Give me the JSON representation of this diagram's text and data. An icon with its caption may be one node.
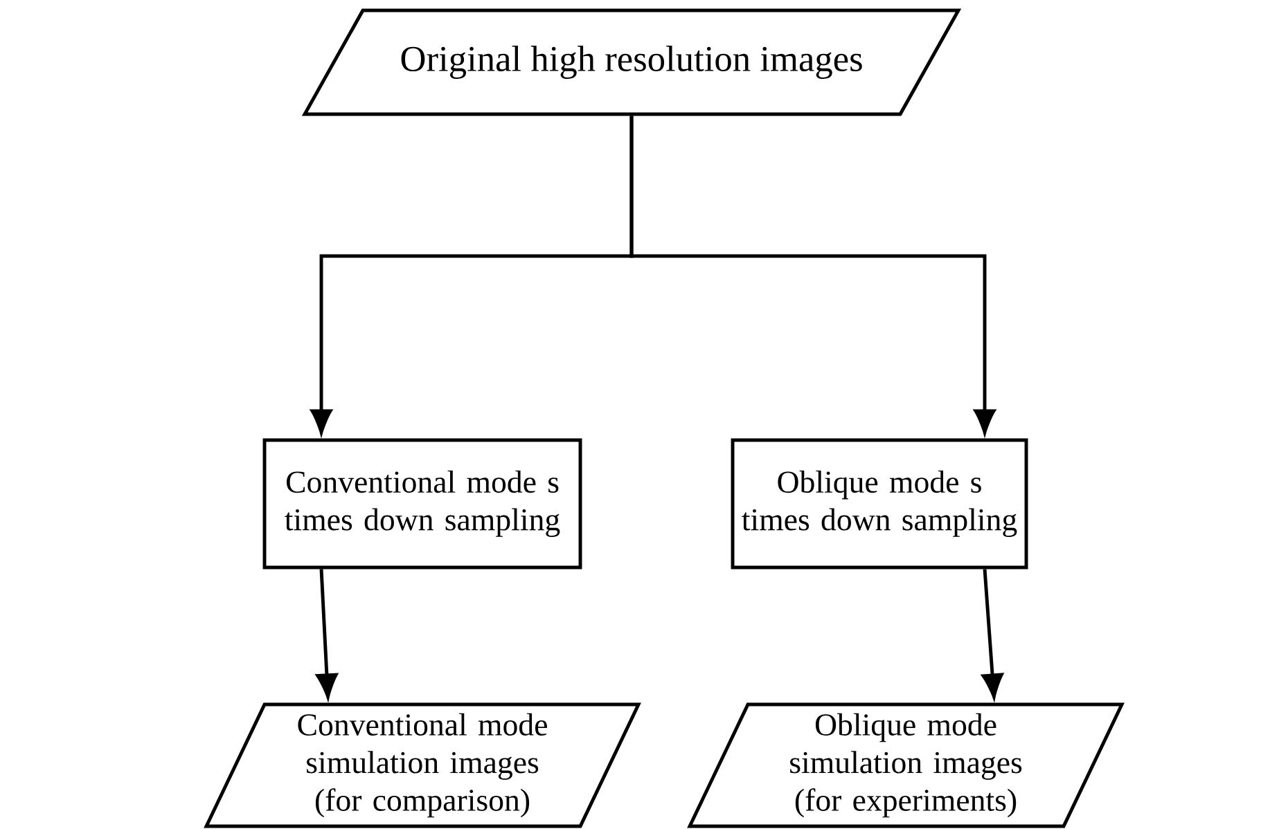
{
  "diagram": {
    "nodes": [
      {
        "text": [
          "Original high resolution images"
        ]
      },
      {
        "text": [
          "Conventional mode s times down sampling"
        ]
      },
      {
        "text": [
          "Oblique mode s times down sampling"
        ]
      },
      {
        "text": [
          "Conventional mode simulation images (for comparison)"
        ]
      },
      {
        "text": [
          "Oblique mode simulation images (for experiments)"
        ]
      }
    ],
    "edges": [
      {
        "from": 0,
        "to": 1,
        "arrow": "to"
      },
      {
        "from": 0,
        "to": 2,
        "arrow": "to"
      },
      {
        "from": 1,
        "to": 3,
        "arrow": "to"
      },
      {
        "from": 2,
        "to": 4,
        "arrow": "to"
      }
    ]
  }
}
